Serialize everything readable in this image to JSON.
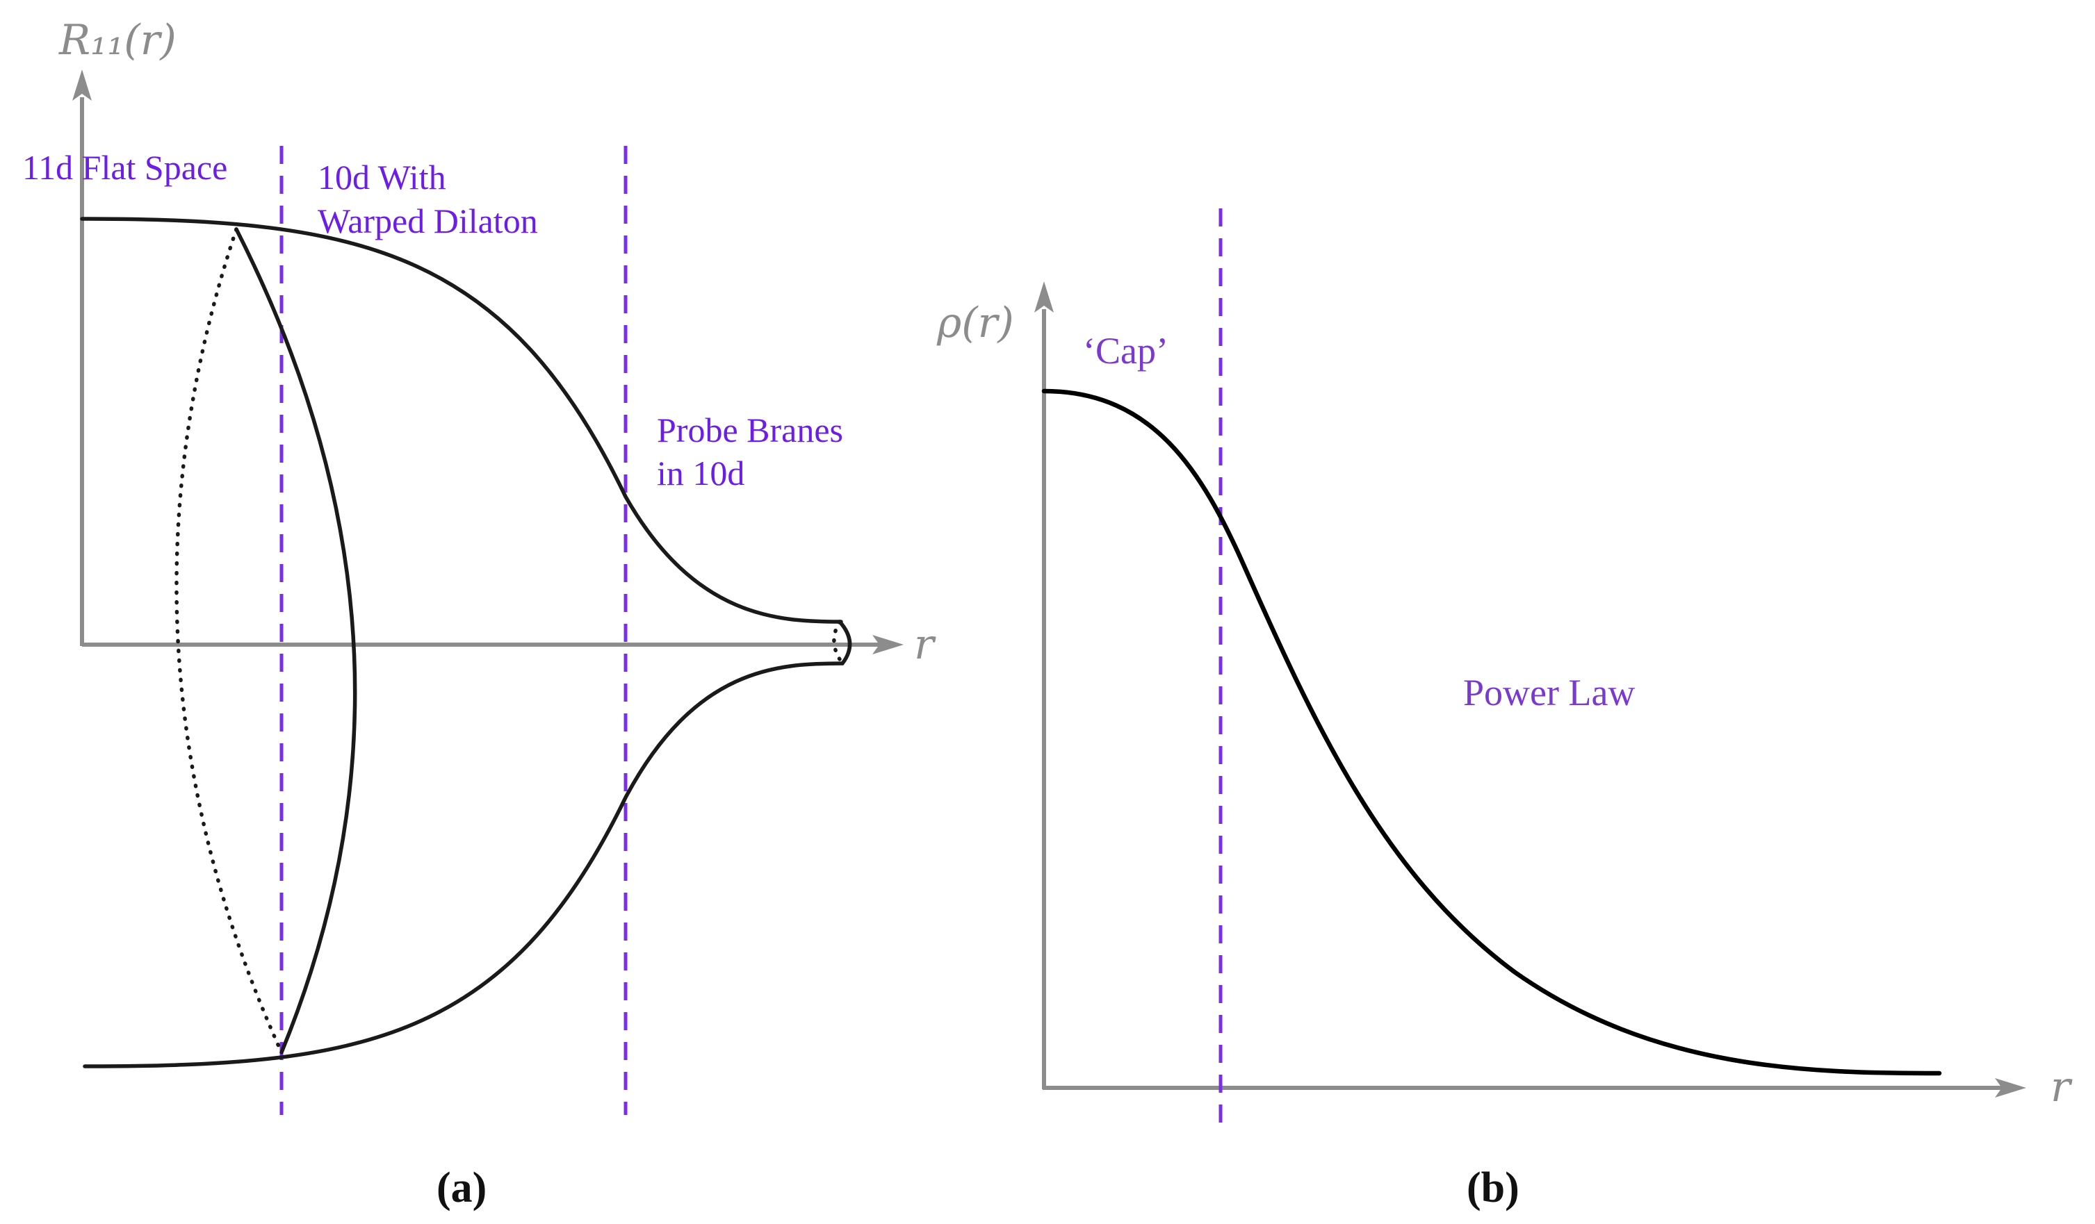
{
  "panel_a": {
    "y_axis_label": "R₁₁(r)",
    "x_axis_label": "r",
    "regions": {
      "flat_space": "11d Flat Space",
      "warped_line1": "10d With",
      "warped_line2": "Warped Dilaton",
      "probe_line1": "Probe Branes",
      "probe_line2": "in 10d"
    },
    "caption": "(a)"
  },
  "panel_b": {
    "y_axis_label": "ρ(r)",
    "x_axis_label": "r",
    "regions": {
      "cap": "‘Cap’",
      "power_law": "Power Law"
    },
    "caption": "(b)"
  },
  "colors": {
    "axis": "#8c8c8c",
    "curve": "#1a1a1a",
    "boundary": "#7a2ee8",
    "label": "#6c1ee6"
  }
}
